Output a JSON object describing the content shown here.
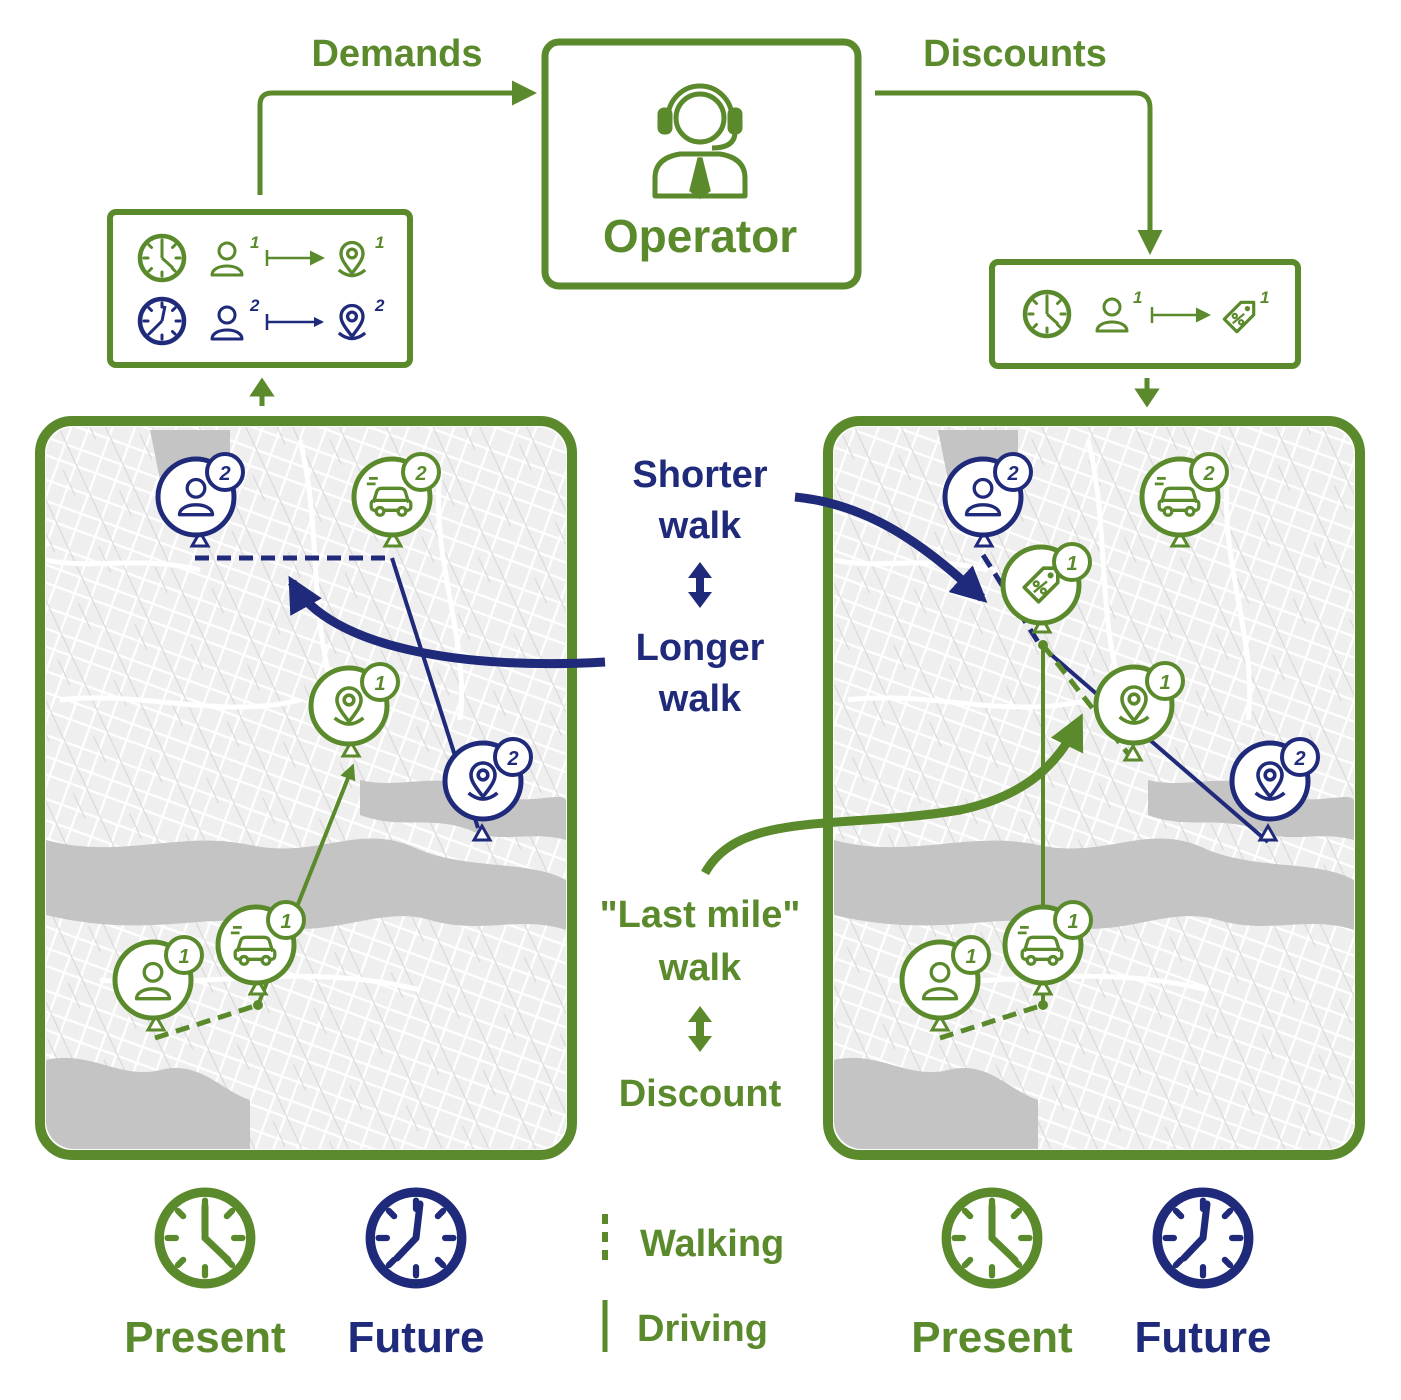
{
  "flow": {
    "demands_label": "Demands",
    "discounts_label": "Discounts",
    "operator_label": "Operator"
  },
  "demand_box": {
    "rows": [
      {
        "user_sup": "1",
        "dest_sup": "1",
        "color": "#5a8a2b"
      },
      {
        "user_sup": "2",
        "dest_sup": "2",
        "color": "#1f2a7a"
      }
    ]
  },
  "discount_box": {
    "user_sup": "1",
    "tag_sup": "1"
  },
  "left_map": {
    "pins": [
      {
        "icon": "user-icon",
        "sup": "2",
        "color": "#1f2a7a"
      },
      {
        "icon": "car-icon",
        "sup": "2",
        "color": "#5a8a2b"
      },
      {
        "icon": "location-icon",
        "sup": "1",
        "color": "#5a8a2b"
      },
      {
        "icon": "location-icon",
        "sup": "2",
        "color": "#1f2a7a"
      },
      {
        "icon": "user-icon",
        "sup": "1",
        "color": "#5a8a2b"
      },
      {
        "icon": "car-icon",
        "sup": "1",
        "color": "#5a8a2b"
      }
    ]
  },
  "right_map": {
    "pins": [
      {
        "icon": "user-icon",
        "sup": "2",
        "color": "#1f2a7a"
      },
      {
        "icon": "car-icon",
        "sup": "2",
        "color": "#5a8a2b"
      },
      {
        "icon": "tag-icon",
        "sup": "1",
        "color": "#5a8a2b"
      },
      {
        "icon": "location-icon",
        "sup": "1",
        "color": "#5a8a2b"
      },
      {
        "icon": "location-icon",
        "sup": "2",
        "color": "#1f2a7a"
      },
      {
        "icon": "user-icon",
        "sup": "1",
        "color": "#5a8a2b"
      },
      {
        "icon": "car-icon",
        "sup": "1",
        "color": "#5a8a2b"
      }
    ]
  },
  "middle": {
    "shorter_line1": "Shorter",
    "shorter_line2": "walk",
    "longer_line1": "Longer",
    "longer_line2": "walk",
    "lastmile_line1": "\"Last mile\"",
    "lastmile_line2": "walk",
    "discount": "Discount"
  },
  "legend": {
    "walking": "Walking",
    "driving": "Driving",
    "present": "Present",
    "future": "Future"
  },
  "colors": {
    "green": "#5a8a2b",
    "blue": "#1f2a7a",
    "map_bg": "#eeeeee",
    "water": "#bdbdbd"
  }
}
